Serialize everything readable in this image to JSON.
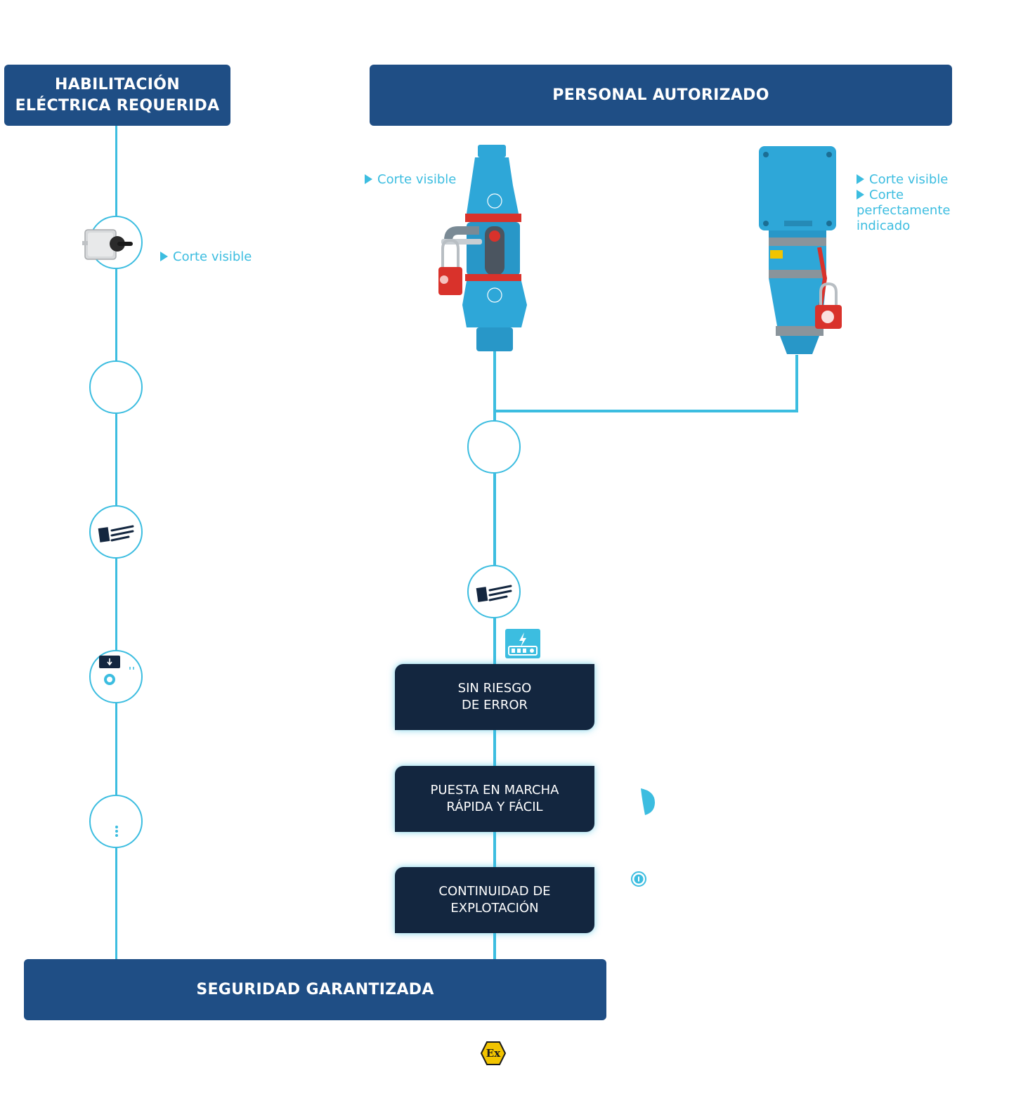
{
  "headers": {
    "left": "HABILITACIÓN\nELÉCTRICA REQUERIDA",
    "right": "PERSONAL AUTORIZADO",
    "bottom": "SEGURIDAD GARANTIZADA"
  },
  "features": {
    "switch_left": [
      "Corte visible"
    ],
    "device_mid": [
      "Corte visible"
    ],
    "device_right": [
      "Corte visible",
      "Corte perfectamente indicado"
    ]
  },
  "benefits": [
    "SIN RIESGO\nDE ERROR",
    "PUESTA EN MARCHA\nRÁPIDA Y FÁCIL",
    "CONTINUIDAD DE\nEXPLOTACIÓN"
  ],
  "ex_mark": "Ex",
  "colors": {
    "header_blue": "#1f4e85",
    "line_cyan": "#3cbde0",
    "dark_navy": "#13263f",
    "device_blue": "#2ea7d8",
    "lock_red": "#d9322b",
    "ex_yellow": "#f2c400"
  },
  "icons": {
    "node_left_1": "rotary-switch-icon",
    "node_left_3": "work-permit-icon",
    "node_left_4": "voltage-tester-icon",
    "node_right_2": "work-permit-icon",
    "tester_badge": "voltage-tester-icon"
  }
}
